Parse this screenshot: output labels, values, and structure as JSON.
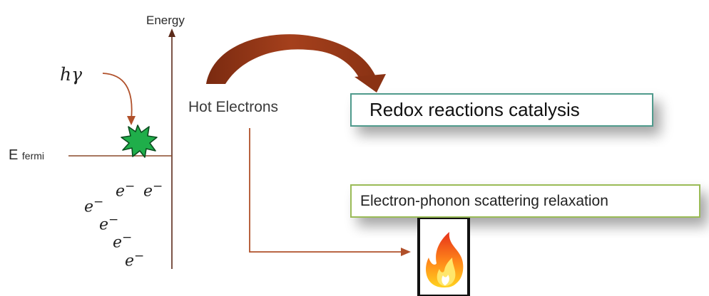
{
  "axis": {
    "label": "Energy"
  },
  "photon": {
    "symbol": "hγ"
  },
  "fermi": {
    "main": "E",
    "sub": "fermi"
  },
  "electrons": [
    "e",
    "e",
    "e",
    "e",
    "e",
    "e"
  ],
  "electron_charge": "−",
  "hot_electrons": {
    "label": "Hot Electrons"
  },
  "pathways": [
    {
      "label": "Redox reactions catalysis",
      "border": "#4f9a8c"
    },
    {
      "label": "Electron-phonon scattering relaxation",
      "border": "#9abb57"
    }
  ],
  "colors": {
    "arrow": "#9a3a1a",
    "arrow_dark": "#6b200c",
    "line": "#b0502a",
    "star": "#1fae4a",
    "axis": "#5b2a1a"
  },
  "icons": {
    "flame": "flame-icon",
    "burst": "star-burst-icon"
  }
}
